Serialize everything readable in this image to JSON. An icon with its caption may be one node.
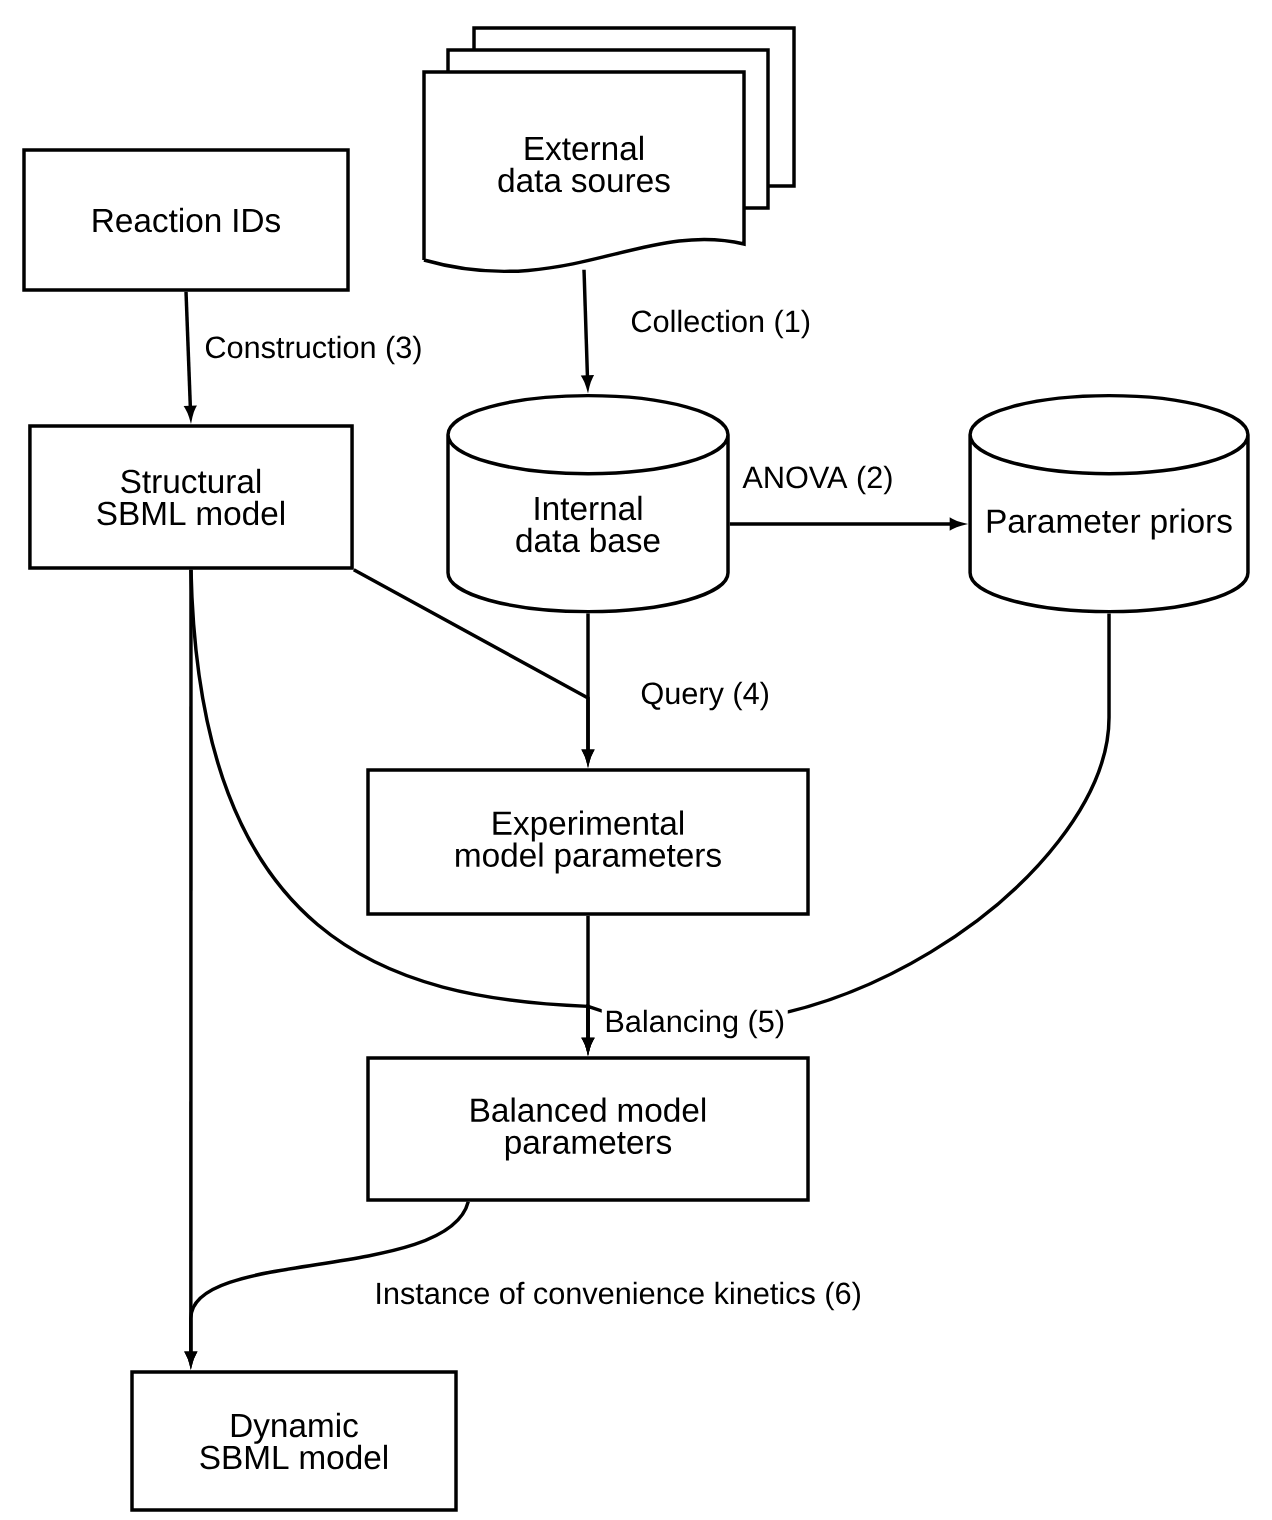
{
  "diagram": {
    "nodes": [
      {
        "text": [
          "Reaction IDs"
        ]
      },
      {
        "text": [
          "External data soures"
        ]
      },
      {
        "text": [
          "Internal data base"
        ]
      },
      {
        "text": [
          "Parameter priors"
        ]
      },
      {
        "text": [
          "Structural SBML model"
        ]
      },
      {
        "text": [
          "Experimental model parameters"
        ]
      },
      {
        "text": [
          "Balanced model parameters"
        ]
      },
      {
        "text": [
          "Dynamic SBML model"
        ]
      }
    ],
    "edges": [
      {
        "from": 0,
        "to": 4,
        "arrow": "to",
        "label": "Construction (3)"
      },
      {
        "from": 1,
        "to": 2,
        "arrow": "to",
        "label": "Collection (1)"
      },
      {
        "from": 2,
        "to": 3,
        "arrow": "to",
        "label": "ANOVA (2)"
      },
      {
        "from": 2,
        "to": 5,
        "arrow": "to",
        "label": "Query (4)"
      },
      {
        "from": 4,
        "to": 5,
        "arrow": "to"
      },
      {
        "from": 5,
        "to": 6,
        "arrow": "to",
        "label": "Balancing (5)"
      },
      {
        "from": 3,
        "to": 6,
        "arrow": "to"
      },
      {
        "from": 4,
        "to": 6,
        "arrow": "to"
      },
      {
        "from": 6,
        "to": 7,
        "arrow": "to",
        "label": "Instance of convenience kinetics (6)"
      },
      {
        "from": 4,
        "to": 7,
        "arrow": "to"
      }
    ]
  }
}
